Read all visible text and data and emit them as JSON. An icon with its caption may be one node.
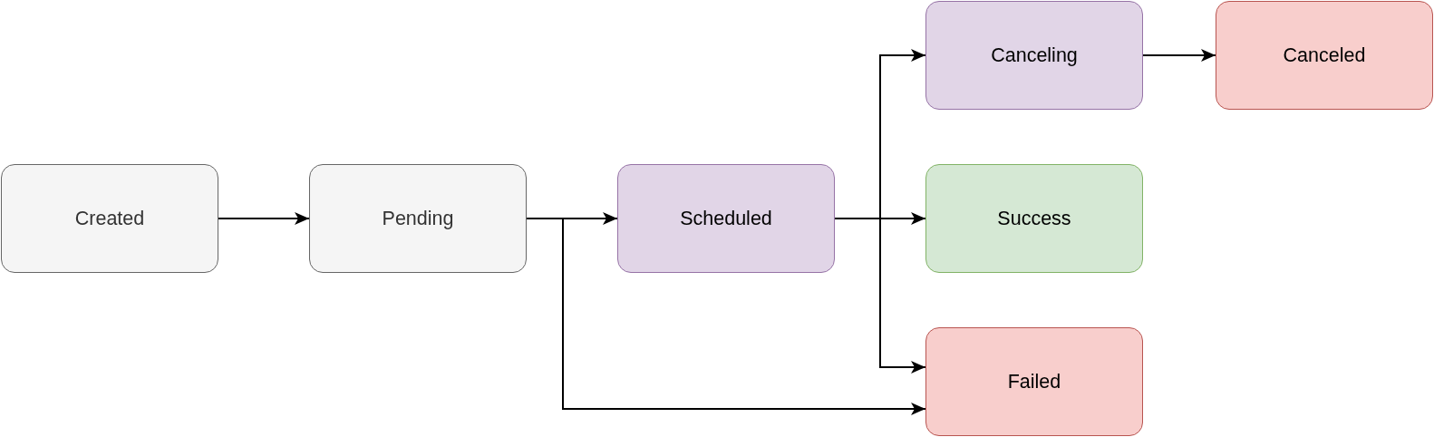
{
  "diagram": {
    "nodes": [
      {
        "text": [
          "Created"
        ]
      },
      {
        "text": [
          "Pending"
        ]
      },
      {
        "text": [
          "Scheduled"
        ]
      },
      {
        "text": [
          "Canceling"
        ]
      },
      {
        "text": [
          "Canceled"
        ]
      },
      {
        "text": [
          "Success"
        ]
      },
      {
        "text": [
          "Failed"
        ]
      }
    ],
    "edges": [
      {
        "from": 0,
        "to": 1,
        "arrow": "to"
      },
      {
        "from": 1,
        "to": 2,
        "arrow": "to"
      },
      {
        "from": 1,
        "to": 6,
        "arrow": "to"
      },
      {
        "from": 2,
        "to": 3,
        "arrow": "to"
      },
      {
        "from": 3,
        "to": 4,
        "arrow": "to"
      },
      {
        "from": 2,
        "to": 5,
        "arrow": "to"
      },
      {
        "from": 2,
        "to": 6,
        "arrow": "to"
      }
    ]
  }
}
